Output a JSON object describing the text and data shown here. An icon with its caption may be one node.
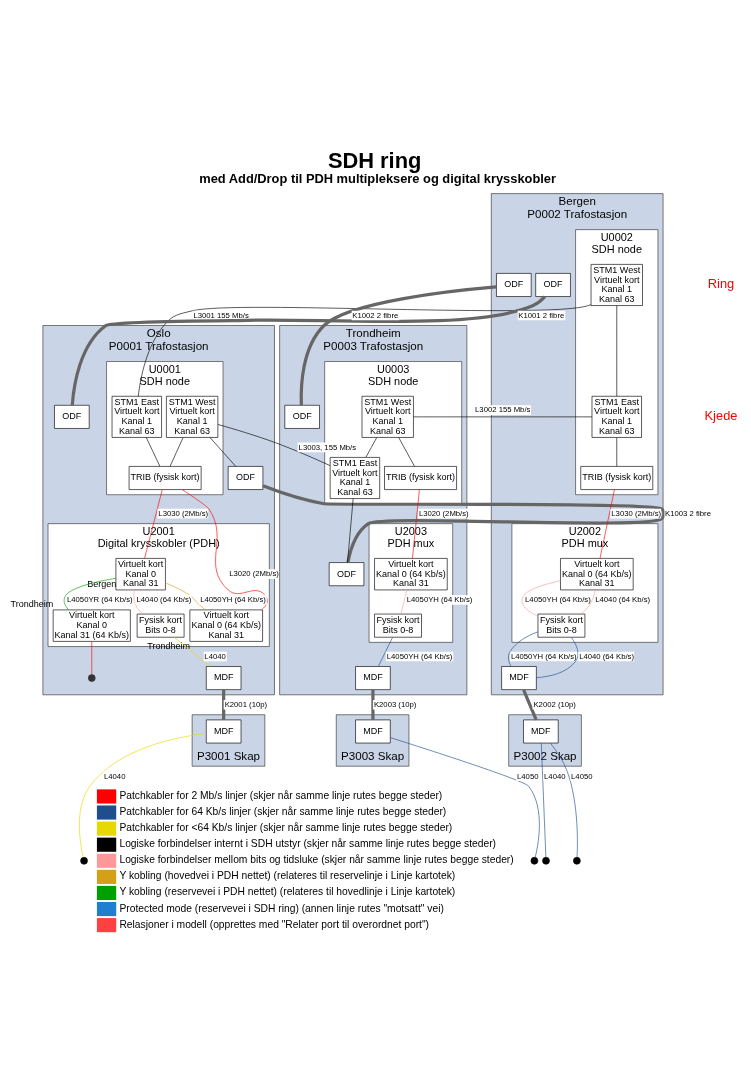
{
  "diagram": {
    "title": "SDH ring",
    "caption": "med Add/Drop til PDH multipleksere og digital krysskobler",
    "nodes": [
      {
        "text": [
          "Oslo",
          "P0001 Trafostasjon"
        ]
      },
      {
        "text": [
          "U0001",
          "SDH node"
        ],
        "in": 0
      },
      {
        "text": [
          "STM1 West",
          "Virtuelt kort",
          "Kanal 1",
          "Kanal 63"
        ],
        "in": 1
      },
      {
        "text": [
          "STM1 East",
          "Virtuelt kort",
          "Kanal 1",
          "Kanal 63"
        ],
        "in": 1
      },
      {
        "text": [
          "TRIB (fysisk kort)"
        ],
        "in": 1
      },
      {
        "text": [
          "ODF"
        ],
        "in": 0
      },
      {
        "text": [
          "ODF"
        ],
        "in": 0
      },
      {
        "text": [
          "U2001",
          "Digital krysskobler (PDH)"
        ],
        "in": 0
      },
      {
        "text": [
          "Virtuelt kort",
          "Kanal 0",
          "Kanal 31"
        ],
        "in": 7,
        "beside": [
          "Bergen"
        ]
      },
      {
        "text": [
          "Virtuelt kort",
          "Kanal 0 (64 Kb/s)",
          "Kanal 31"
        ],
        "in": 7,
        "beside": [
          "Trondheim"
        ]
      },
      {
        "text": [
          "Virtuelt kort",
          "Kanal 0",
          "Kanal 31 (64 Kb/s)"
        ],
        "in": 7,
        "beside": [
          "Trondheim"
        ]
      },
      {
        "text": [
          "Fysisk kort",
          "Bits 0-8"
        ],
        "in": 7
      },
      {
        "text": [
          "MDF"
        ],
        "in": 0
      },
      {
        "text": [
          "P3001 Skap"
        ]
      },
      {
        "text": [
          "MDF"
        ],
        "in": 13
      },
      {
        "text": [
          "Bergen",
          "P0002 Trafostasjon"
        ]
      },
      {
        "text": [
          "U0002",
          "SDH node"
        ],
        "in": 15
      },
      {
        "text": [
          "STM1 West",
          "Virtuelt kort",
          "Kanal 1",
          "Kanal 63"
        ],
        "in": 16
      },
      {
        "text": [
          "STM1 East",
          "Virtuelt kort",
          "Kanal 1",
          "Kanal 63"
        ],
        "in": 16
      },
      {
        "text": [
          "TRIB (fysisk kort)"
        ],
        "in": 16
      },
      {
        "text": [
          "ODF"
        ],
        "in": 15
      },
      {
        "text": [
          "ODF"
        ],
        "in": 15
      },
      {
        "text": [
          "U2002",
          "PDH mux"
        ],
        "in": 15
      },
      {
        "text": [
          "Virtuelt kort",
          "Kanal 0 (64 Kb/s)",
          "Kanal 31"
        ],
        "in": 22
      },
      {
        "text": [
          "Fysisk kort",
          "Bits 0-8"
        ],
        "in": 22
      },
      {
        "text": [
          "MDF"
        ],
        "in": 15
      },
      {
        "text": [
          "P3002 Skap"
        ]
      },
      {
        "text": [
          "MDF"
        ],
        "in": 26
      },
      {
        "text": [
          "Trondheim",
          "P0003 Trafostasjon"
        ]
      },
      {
        "text": [
          "U0003",
          "SDH node"
        ],
        "in": 28
      },
      {
        "text": [
          "STM1 West",
          "Virtuelt kort",
          "Kanal 1",
          "Kanal 63"
        ],
        "in": 29
      },
      {
        "text": [
          "STM1 East",
          "Virtuelt kort",
          "Kanal 1",
          "Kanal 63"
        ],
        "in": 29
      },
      {
        "text": [
          "TRIB (fysisk kort)"
        ],
        "in": 29
      },
      {
        "text": [
          "ODF"
        ],
        "in": 28
      },
      {
        "text": [
          "ODF"
        ],
        "in": 28
      },
      {
        "text": [
          "U2003",
          "PDH mux"
        ],
        "in": 28
      },
      {
        "text": [
          "Virtuelt kort",
          "Kanal 0 (64 Kb/s)",
          "Kanal 31"
        ],
        "in": 35
      },
      {
        "text": [
          "Fysisk kort",
          "Bits 0-8"
        ],
        "in": 35
      },
      {
        "text": [
          "MDF"
        ],
        "in": 28
      },
      {
        "text": [
          "P3003 Skap"
        ]
      },
      {
        "text": [
          "MDF"
        ],
        "in": 39
      }
    ],
    "edges": [
      {
        "from": 2,
        "to": 4,
        "arrow": "none"
      },
      {
        "from": 3,
        "to": 4,
        "arrow": "none"
      },
      {
        "from": 4,
        "to": 8,
        "arrow": "none",
        "label": "L3030 (2Mb/s)",
        "color": "#ff0000"
      },
      {
        "from": 4,
        "to": 9,
        "arrow": "none",
        "label": "L3020 (2Mb/s)",
        "color": "#ff0000"
      },
      {
        "from": 10,
        "to": null,
        "arrow": "none",
        "color": "#ff0000"
      },
      {
        "from": 8,
        "to": 9,
        "arrow": "none",
        "label": "L4050YH (64 Kb/s)",
        "color": "#d4a017"
      },
      {
        "from": 8,
        "to": 10,
        "arrow": "none",
        "label": "L4050YR (64 Kb/s)",
        "color": "#00a000"
      },
      {
        "from": 8,
        "to": 11,
        "arrow": "none",
        "label": "L4040 (64 Kb/s)",
        "color": "#ff9999"
      },
      {
        "from": 11,
        "to": 12,
        "arrow": "none",
        "label": "L4040",
        "color": "#e6d800"
      },
      {
        "from": 12,
        "to": 14,
        "arrow": "none",
        "label": "K2001 (10p)",
        "style": "thick",
        "color": "#666666"
      },
      {
        "from": 14,
        "to": null,
        "arrow": "none",
        "label": "L4040",
        "color": "#e6d800"
      },
      {
        "from": 2,
        "to": 5,
        "arrow": "none"
      },
      {
        "from": 3,
        "to": 17,
        "arrow": "none",
        "label": "L3001 155 Mb/s"
      },
      {
        "from": 6,
        "to": 20,
        "arrow": "none",
        "label": "K1001 2 fibre",
        "style": "thick",
        "color": "#666666"
      },
      {
        "from": 17,
        "to": 18,
        "arrow": "none"
      },
      {
        "from": 18,
        "to": 19,
        "arrow": "none"
      },
      {
        "from": 19,
        "to": 23,
        "arrow": "none",
        "label": "L3030 (2Mb/s)",
        "color": "#ff0000"
      },
      {
        "from": 23,
        "to": 24,
        "arrow": "none",
        "label": "L4050YH (64 Kb/s)",
        "color": "#ff9999"
      },
      {
        "from": 23,
        "to": 24,
        "arrow": "none",
        "label": "L4040 (64 Kb/s)",
        "color": "#ff9999"
      },
      {
        "from": 24,
        "to": 25,
        "arrow": "none",
        "label": "L4050YH (64 Kb/s)",
        "color": "#1f4e8c"
      },
      {
        "from": 24,
        "to": 25,
        "arrow": "none",
        "label": "L4040 (64 Kb/s)",
        "color": "#1f4e8c"
      },
      {
        "from": 25,
        "to": 27,
        "arrow": "none",
        "label": "K2002 (10p)",
        "style": "thick",
        "color": "#666666"
      },
      {
        "from": 27,
        "to": null,
        "arrow": "none",
        "label": "L4050",
        "color": "#1f4e8c"
      },
      {
        "from": 27,
        "to": null,
        "arrow": "none",
        "label": "L4040",
        "color": "#1f4e8c"
      },
      {
        "from": 18,
        "to": 30,
        "arrow": "none",
        "label": "L3002 155 Mb/s"
      },
      {
        "from": 21,
        "to": 34,
        "arrow": "none",
        "label": "K1002 2 fibre",
        "style": "thick",
        "color": "#666666"
      },
      {
        "from": 30,
        "to": 31,
        "arrow": "none"
      },
      {
        "from": 30,
        "to": 32,
        "arrow": "none"
      },
      {
        "from": 32,
        "to": 36,
        "arrow": "none",
        "label": "L3020 (2Mb/s)",
        "color": "#ff0000"
      },
      {
        "from": 36,
        "to": 37,
        "arrow": "none",
        "label": "L4050YH (64 Kb/s)",
        "color": "#ff9999"
      },
      {
        "from": 37,
        "to": 38,
        "arrow": "none",
        "label": "L4050YH (64 Kb/s)",
        "color": "#1f4e8c"
      },
      {
        "from": 38,
        "to": 40,
        "arrow": "none",
        "label": "K2003 (10p)",
        "style": "thick",
        "color": "#666666"
      },
      {
        "from": 40,
        "to": null,
        "arrow": "none",
        "label": "L4050",
        "color": "#1f4e8c"
      },
      {
        "from": 31,
        "to": 33,
        "arrow": "none"
      },
      {
        "from": 2,
        "to": 31,
        "arrow": "none",
        "label": "L3003, 155 Mb/s"
      },
      {
        "from": 5,
        "to": 33,
        "arrow": "none",
        "label": "K1003 2 fibre",
        "style": "thick",
        "color": "#666666"
      }
    ],
    "labels": [
      "Ring",
      "Kjede"
    ],
    "legend": [
      {
        "text": "Patchkabler for 2 Mb/s linjer (skjer når samme linje rutes begge steder)",
        "color": "#ff0000"
      },
      {
        "text": "Patchkabler for 64 Kb/s linjer (skjer når samme linje rutes begge steder)",
        "color": "#1f4e8c"
      },
      {
        "text": "Patchkabler for <64 Kb/s linjer (skjer når samme linje rutes begge steder)",
        "color": "#e6d800"
      },
      {
        "text": "Logiske forbindelser internt i SDH utstyr (skjer når samme linje rutes begge steder)",
        "color": "#000000"
      },
      {
        "text": "Logiske forbindelser mellom bits og tidsluke (skjer når samme linje rutes begge steder)",
        "color": "#ff9999"
      },
      {
        "text": "Y kobling (hovedvei i PDH nettet) (relateres til reservelinje i Linje kartotek)",
        "color": "#d4a017"
      },
      {
        "text": "Y kobling (reservevei i PDH nettet) (relateres til hovedlinje i Linje kartotek)",
        "color": "#00a000"
      },
      {
        "text": "Protected mode (reservevei i SDH ring) (annen linje rutes \"motsatt\" vei)",
        "color": "#1e7fd0"
      },
      {
        "text": "Relasjoner i modell (opprettes med \"Relater port til overordnet port\")",
        "color": "#ff4040"
      }
    ]
  }
}
